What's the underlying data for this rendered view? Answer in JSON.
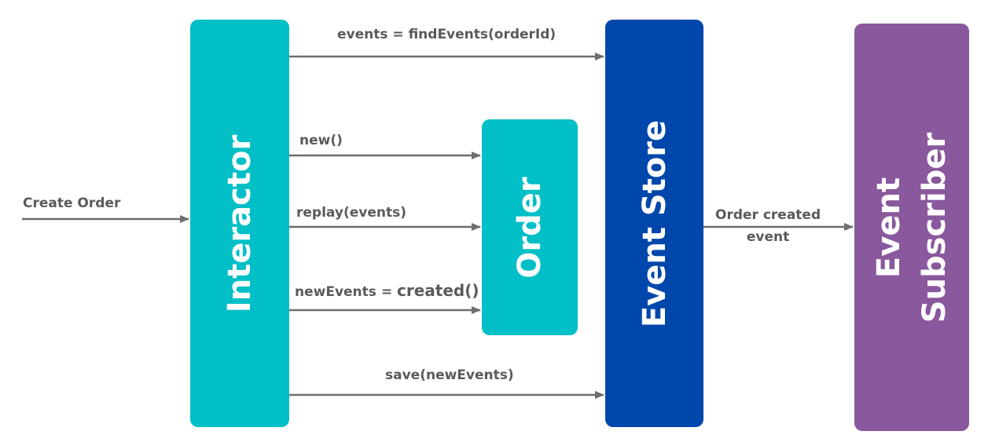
{
  "colors": {
    "teal": "#00BFC6",
    "blue": "#0047AB",
    "purple": "#89589D",
    "arrow": "#6d6d6d",
    "label": "#5a5a5a"
  },
  "nodes": {
    "interactor": "Interactor",
    "order": "Order",
    "event_store": "Event Store",
    "event_subscriber_line1": "Event",
    "event_subscriber_line2": "Subscriber"
  },
  "edges": {
    "create_order": "Create Order",
    "find_events": "events = findEvents(orderId)",
    "new": "new()",
    "replay": "replay(events)",
    "new_events_prefix": "newEvents = ",
    "new_events_call": "created()",
    "save": "save(newEvents)",
    "order_created_line1": "Order created",
    "order_created_line2": "event"
  }
}
